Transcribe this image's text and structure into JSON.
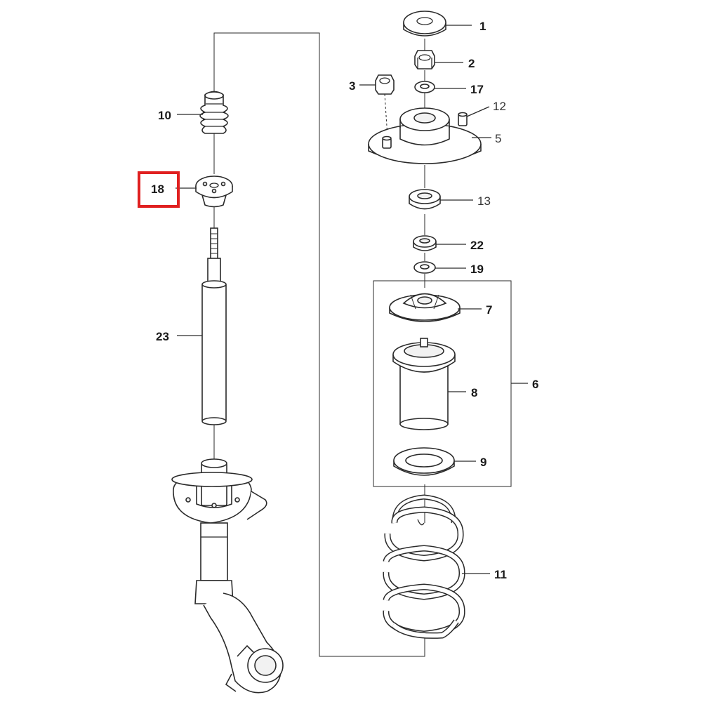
{
  "callouts": {
    "c1": "1",
    "c2": "2",
    "c3": "3",
    "c5": "5",
    "c6": "6",
    "c7": "7",
    "c8": "8",
    "c9": "9",
    "c10": "10",
    "c11": "11",
    "c12": "12",
    "c13": "13",
    "c17": "17",
    "c18": "18",
    "c19": "19",
    "c22": "22",
    "c23": "23"
  },
  "highlight": {
    "part": "18",
    "color": "#e02020"
  }
}
